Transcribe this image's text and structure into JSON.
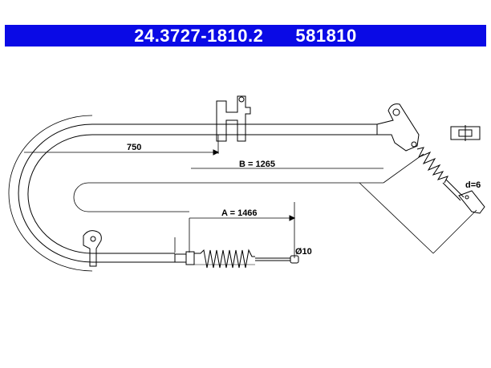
{
  "header": {
    "part_number": "24.3727-1810.2",
    "ref_number": "581810",
    "bar_color": "#0a0ae6"
  },
  "dimensions": {
    "d750": "750",
    "b": "B = 1265",
    "a": "A = 1466",
    "dia": "Ø10",
    "d": "d=6"
  }
}
